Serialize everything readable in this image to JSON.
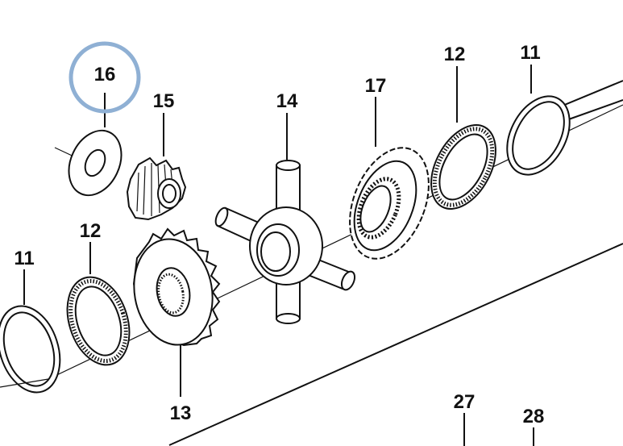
{
  "diagram": {
    "highlight_color": "#8fb0d4",
    "callouts": {
      "c16": "16",
      "c15": "15",
      "c14": "14",
      "c17": "17",
      "c12_top": "12",
      "c11_top": "11",
      "c12_left": "12",
      "c11_left": "11",
      "c13": "13",
      "c27": "27",
      "c28": "28"
    }
  }
}
